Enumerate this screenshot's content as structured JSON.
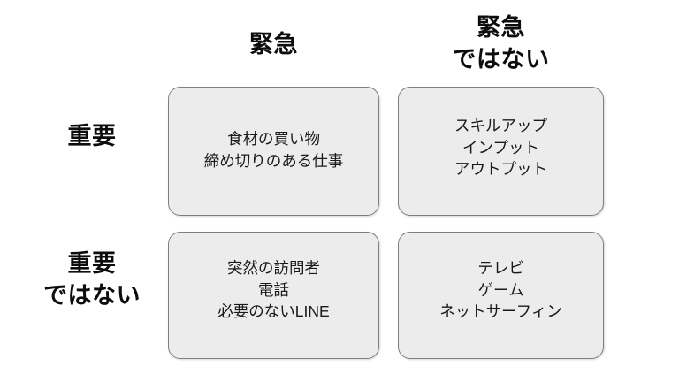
{
  "diagram": {
    "type": "eisenhower-matrix",
    "background_color": "#ffffff",
    "box_fill_color": "#ececec",
    "box_border_color": "#7f7f7f",
    "text_color": "#1a1a1a",
    "header_color": "#0d0d0d",
    "columns": [
      {
        "id": "urgent",
        "label": "緊急"
      },
      {
        "id": "not-urgent",
        "label": "緊急\nではない"
      }
    ],
    "rows": [
      {
        "id": "important",
        "label": "重要"
      },
      {
        "id": "not-important",
        "label": "重要\nではない"
      }
    ],
    "quadrants": [
      {
        "id": "important-urgent",
        "row": "important",
        "column": "urgent",
        "items": [
          "食材の買い物",
          "締め切りのある仕事"
        ],
        "text": "食材の買い物\n締め切りのある仕事"
      },
      {
        "id": "important-not-urgent",
        "row": "important",
        "column": "not-urgent",
        "items": [
          "スキルアップ",
          "インプット",
          "アウトプット"
        ],
        "text": "スキルアップ\nインプット\nアウトプット"
      },
      {
        "id": "not-important-urgent",
        "row": "not-important",
        "column": "urgent",
        "items": [
          "突然の訪問者",
          "電話",
          "必要のないLINE"
        ],
        "text": "突然の訪問者\n電話\n必要のないLINE"
      },
      {
        "id": "not-important-not-urgent",
        "row": "not-important",
        "column": "not-urgent",
        "items": [
          "テレビ",
          "ゲーム",
          "ネットサーフィン"
        ],
        "text": "テレビ\nゲーム\nネットサーフィン"
      }
    ]
  }
}
